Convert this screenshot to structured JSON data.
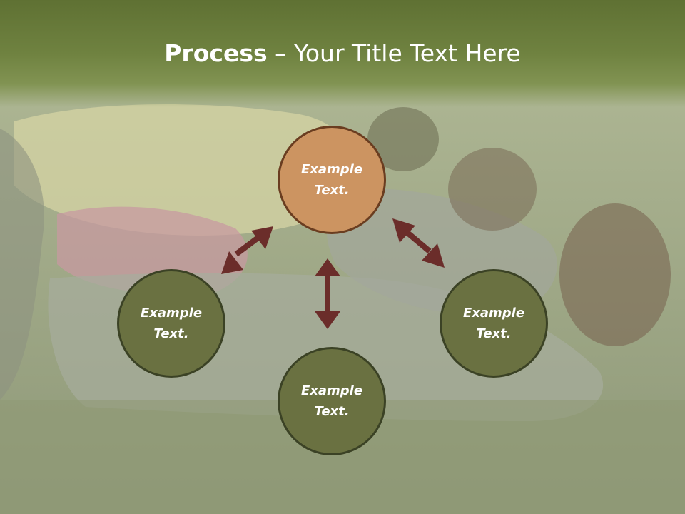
{
  "slide": {
    "title_bold": "Process",
    "title_rest": " – Your Title Text Here"
  },
  "nodes": {
    "top": {
      "line1": "Example",
      "line2": "Text."
    },
    "left": {
      "line1": "Example",
      "line2": "Text."
    },
    "right": {
      "line1": "Example",
      "line2": "Text."
    },
    "bottom": {
      "line1": "Example",
      "line2": "Text."
    }
  },
  "colors": {
    "header": "#5f7133",
    "top_node": "#cc9461",
    "node": "#6a7141",
    "arrow": "#6b2d2a"
  }
}
